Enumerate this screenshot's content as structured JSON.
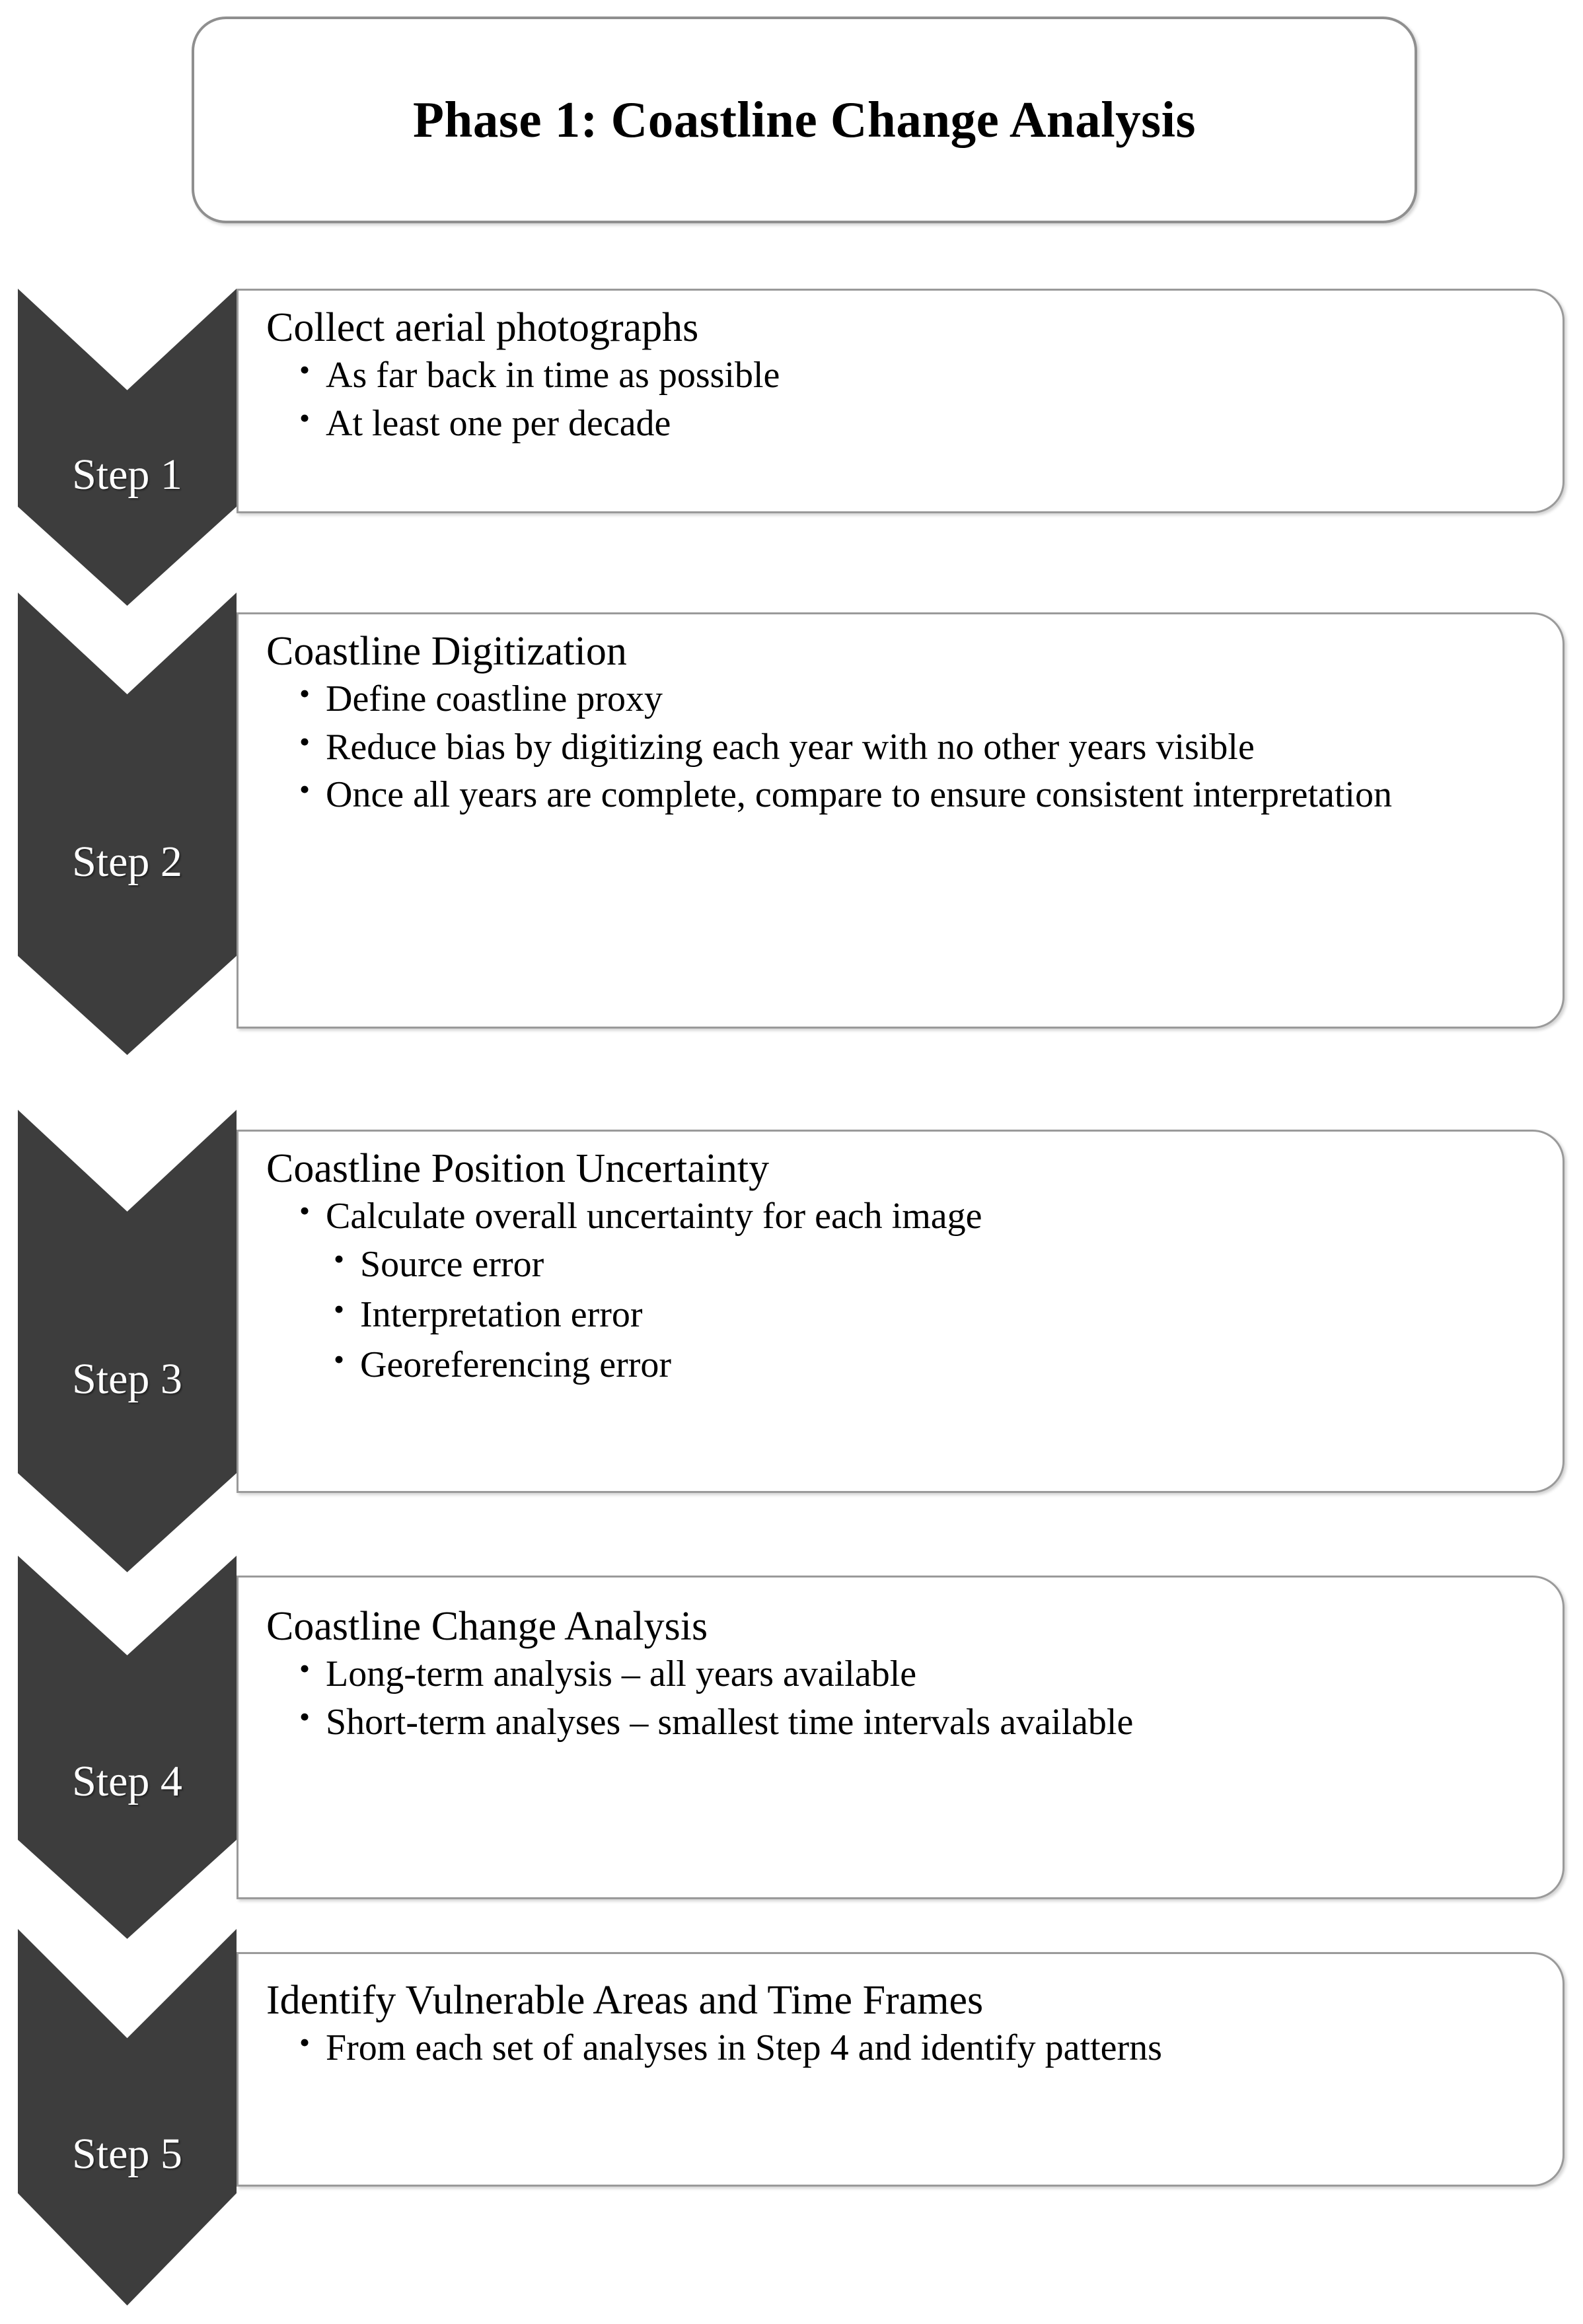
{
  "title": {
    "text": "Phase 1: Coastline Change Analysis"
  },
  "colors": {
    "chevron_fill": "#3d3d3d",
    "chevron_text": "#ffffff",
    "panel_border": "#9a9a9a",
    "panel_fill": "#ffffff",
    "body_text": "#000000"
  },
  "steps": [
    {
      "label": "Step 1",
      "heading": "Collect aerial photographs",
      "bullets": [
        "As far back in time as possible",
        "At least one per decade"
      ],
      "subbullets": []
    },
    {
      "label": "Step 2",
      "heading": "Coastline Digitization",
      "bullets": [
        "Define coastline proxy",
        "Reduce bias by digitizing each year with no other years visible",
        "Once all years are complete, compare to ensure consistent interpretation"
      ],
      "subbullets": []
    },
    {
      "label": "Step 3",
      "heading": "Coastline Position Uncertainty",
      "bullets": [
        "Calculate overall uncertainty for each image"
      ],
      "subbullets": [
        "Source error",
        "Interpretation error",
        "Georeferencing error"
      ]
    },
    {
      "label": "Step 4",
      "heading": "Coastline Change Analysis",
      "bullets": [
        "Long-term analysis – all years available",
        "Short-term analyses – smallest time intervals available"
      ],
      "subbullets": []
    },
    {
      "label": "Step 5",
      "heading": "Identify Vulnerable Areas and Time Frames",
      "bullets": [
        "From each set of analyses in Step 4 and identify patterns"
      ],
      "subbullets": []
    }
  ]
}
